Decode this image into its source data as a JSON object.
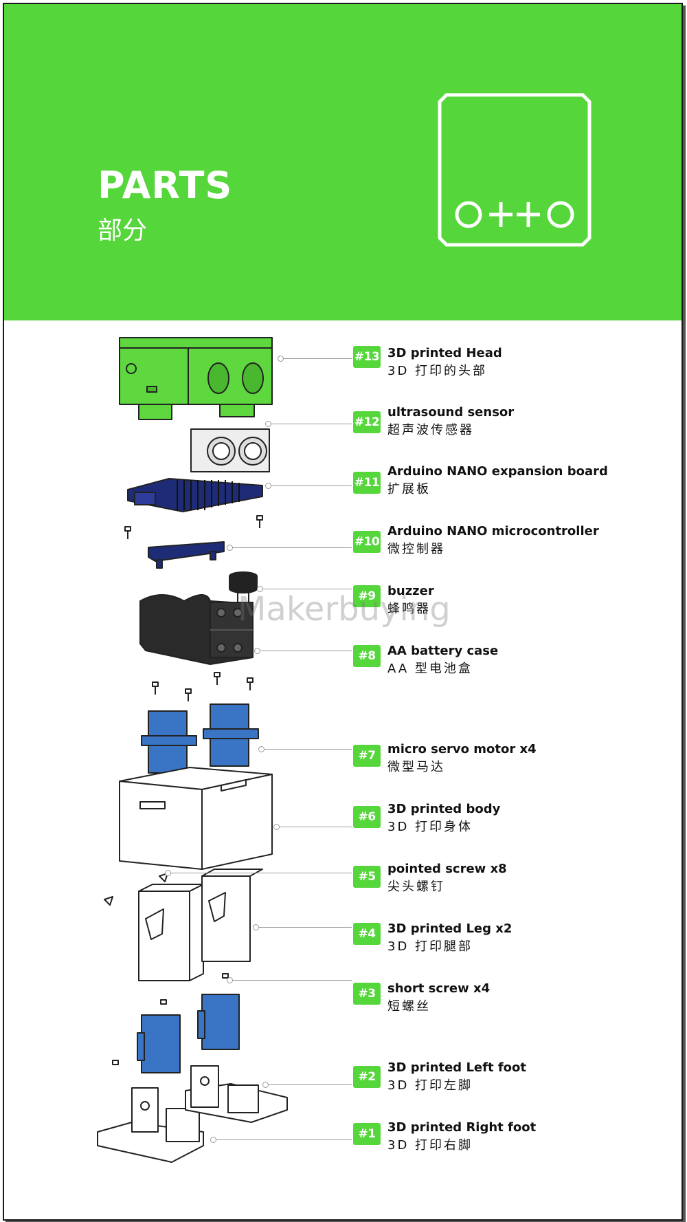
{
  "header": {
    "title": "PARTS",
    "subtitle": "部分",
    "logo_text": "otto",
    "brand_color": "#55d63a"
  },
  "watermark": "Makerbuying",
  "parts": [
    {
      "badge": "#13",
      "en": "3D printed Head",
      "zh": "3D 打印的头部"
    },
    {
      "badge": "#12",
      "en": "ultrasound sensor",
      "zh": "超声波传感器"
    },
    {
      "badge": "#11",
      "en": "Arduino NANO expansion board",
      "zh": "扩展板"
    },
    {
      "badge": "#10",
      "en": "Arduino NANO microcontroller",
      "zh": "微控制器"
    },
    {
      "badge": "#9",
      "en": "buzzer",
      "zh": "蜂鸣器"
    },
    {
      "badge": "#8",
      "en": "AA battery case",
      "zh": "AA 型电池盒"
    },
    {
      "badge": "#7",
      "en": "micro servo motor x4",
      "zh": "微型马达"
    },
    {
      "badge": "#6",
      "en": "3D printed body",
      "zh": "3D 打印身体"
    },
    {
      "badge": "#5",
      "en": "pointed screw x8",
      "zh": "尖头螺钉"
    },
    {
      "badge": "#4",
      "en": "3D printed Leg x2",
      "zh": "3D 打印腿部"
    },
    {
      "badge": "#3",
      "en": "short screw x4",
      "zh": "短螺丝"
    },
    {
      "badge": "#2",
      "en": "3D printed Left foot",
      "zh": "3D 打印左脚"
    },
    {
      "badge": "#1",
      "en": "3D printed Right foot",
      "zh": "3D 打印右脚"
    }
  ]
}
